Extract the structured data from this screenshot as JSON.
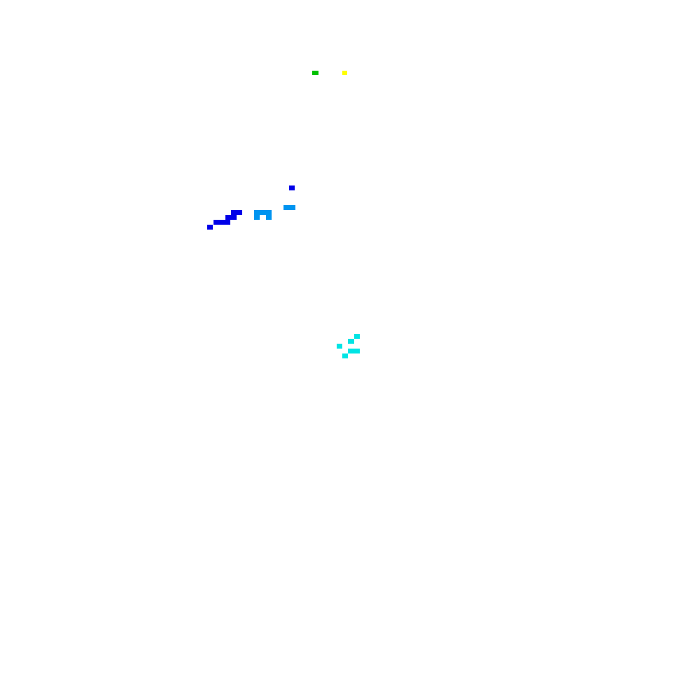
{
  "background": "#ffffff",
  "palette": {
    "green": "#00c000",
    "yellow": "#ffff00",
    "blue": "#0000e8",
    "sky": "#0094f0",
    "cyan": "#00e4e4"
  },
  "clusters": [
    {
      "name": "green-marker",
      "color_key": "green"
    },
    {
      "name": "yellow-marker",
      "color_key": "yellow"
    },
    {
      "name": "blue-single-marker",
      "color_key": "blue"
    },
    {
      "name": "blue-diagonal-trail",
      "color_key": "blue"
    },
    {
      "name": "sky-arch-shape",
      "color_key": "sky"
    },
    {
      "name": "sky-dash",
      "color_key": "sky"
    },
    {
      "name": "cyan-scatter",
      "color_key": "cyan"
    }
  ]
}
